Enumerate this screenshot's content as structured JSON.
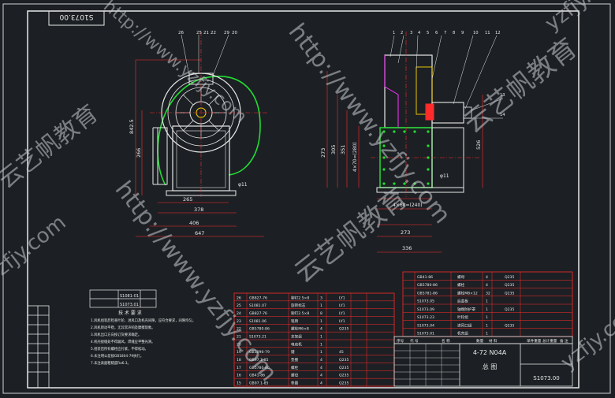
{
  "drawing": {
    "stamp_code": "S1073.00",
    "title_block": {
      "model": "4-72 N04A",
      "name": "总 图",
      "code": "S1073.00"
    },
    "bom_header": [
      "序号",
      "代 号",
      "名 称",
      "数量",
      "材 料",
      "单件重量",
      "总计重量",
      "备 注"
    ],
    "bom_rows_top": [
      {
        "no": "",
        "code": "GB41-86",
        "name": "螺母",
        "qty": "4",
        "mat": "Q235"
      },
      {
        "no": "",
        "code": "GB5780-86",
        "name": "螺栓",
        "qty": "4",
        "mat": "Q235"
      },
      {
        "no": "",
        "code": "GB5781-86",
        "name": "螺栓M8×12",
        "qty": "32",
        "mat": "Q235"
      },
      {
        "no": "",
        "code": "S1073.05",
        "name": "后盖板",
        "qty": "1",
        "mat": ""
      },
      {
        "no": "",
        "code": "S1073.09",
        "name": "轴端防护罩",
        "qty": "1",
        "mat": "Q235"
      },
      {
        "no": "",
        "code": "S1073.23",
        "name": "叶轮组",
        "qty": "1",
        "mat": ""
      },
      {
        "no": "",
        "code": "S1073.04",
        "name": "进风口组",
        "qty": "1",
        "mat": "Q235"
      },
      {
        "no": "",
        "code": "S1073.01",
        "name": "机壳组",
        "qty": "1",
        "mat": ""
      }
    ],
    "bom_rows_bottom": [
      {
        "no": "26",
        "code": "GB827-76",
        "name": "铆钉2.5×8",
        "qty": "3",
        "mat": "LY1"
      },
      {
        "no": "25",
        "code": "S1081.07",
        "name": "旋转标志",
        "qty": "1",
        "mat": "LY1"
      },
      {
        "no": "24",
        "code": "GB827-76",
        "name": "铆钉2.5×8",
        "qty": "8",
        "mat": "LY1"
      },
      {
        "no": "23",
        "code": "S1081.06",
        "name": "铭牌",
        "qty": "1",
        "mat": "LY1"
      },
      {
        "no": "22",
        "code": "GB5780-86",
        "name": "螺栓M6×8",
        "qty": "4",
        "mat": "Q235"
      },
      {
        "no": "21",
        "code": "S1073.21",
        "name": "支架组",
        "qty": "1",
        "mat": ""
      },
      {
        "no": "20",
        "code": "",
        "name": "电动机",
        "qty": "1",
        "mat": ""
      },
      {
        "no": "19",
        "code": "GB1096-79",
        "name": "键",
        "qty": "1",
        "mat": "45"
      },
      {
        "no": "18",
        "code": "GB97.1-85",
        "name": "垫圈",
        "qty": "4",
        "mat": "Q235"
      },
      {
        "no": "17",
        "code": "GB5780-86",
        "name": "螺栓",
        "qty": "4",
        "mat": "Q235"
      },
      {
        "no": "16",
        "code": "GB41-86",
        "name": "螺母",
        "qty": "4",
        "mat": "Q235"
      },
      {
        "no": "15",
        "code": "GB97.1-85",
        "name": "垫圈",
        "qty": "4",
        "mat": "Q235"
      }
    ],
    "tech_req_title": "技 术 要 求",
    "tech_req_lines": [
      "1.风机组装后检查叶轮、进风口及机壳间隙，应符合要求，间隙均匀。",
      "2.风机转动平稳，无异常声响及摩擦现象。",
      "3.风机出口方向按订货要求确定。",
      "4.机壳接缝处不得漏风，焊缝应平整光滑。",
      "5.组装后所有螺栓应拧紧，不得松动。",
      "6.未注明公差按GB1804-79执行。",
      "7.未注表面粗糙度Ra6.3。"
    ],
    "small_table": {
      "r1": "S1081-01",
      "r2": "S1073.01"
    },
    "dims_front": [
      "265",
      "378",
      "406",
      "647",
      "842.5",
      "266",
      "φ11"
    ],
    "dims_side": [
      "273",
      "305",
      "336",
      "351",
      "526",
      "4×70=(280)",
      "4×60=(240)",
      "φ11"
    ],
    "balloons_front": [
      "26",
      "25",
      "21",
      "22",
      "29",
      "20"
    ],
    "balloons_side": [
      "1",
      "2",
      "3",
      "4",
      "5",
      "6",
      "7",
      "8",
      "9",
      "10",
      "11",
      "12",
      "13",
      "14"
    ]
  },
  "watermark": {
    "url": "http://www.yzfjy.com",
    "brand": "云艺帆教育",
    "domain_frag": "yzfjy.com"
  },
  "colors": {
    "bg": "#1c2024",
    "line": "#e8e8e8",
    "red": "#ff2a2a",
    "green": "#22dd33",
    "yellow": "#ffd400",
    "cyan": "#19c6d8",
    "magenta": "#ff33ff"
  }
}
